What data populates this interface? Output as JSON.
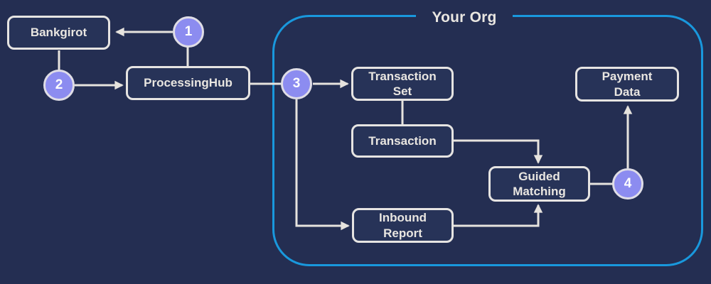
{
  "diagram": {
    "container_title": "Your Org",
    "nodes": {
      "bankgirot": {
        "label": "Bankgirot"
      },
      "processing_hub": {
        "label": "ProcessingHub"
      },
      "transaction_set": {
        "label": "Transaction\nSet"
      },
      "transaction": {
        "label": "Transaction"
      },
      "inbound_report": {
        "label": "Inbound\nReport"
      },
      "guided_matching": {
        "label": "Guided\nMatching"
      },
      "payment_data": {
        "label": "Payment\nData"
      }
    },
    "steps": {
      "step1": "1",
      "step2": "2",
      "step3": "3",
      "step4": "4"
    },
    "edges": [
      {
        "from": "step1",
        "to": "bankgirot",
        "arrow": true
      },
      {
        "from": "processing_hub",
        "to": "step1",
        "arrow": false
      },
      {
        "from": "bankgirot",
        "to": "step2",
        "arrow": false
      },
      {
        "from": "step2",
        "to": "processing_hub",
        "arrow": true
      },
      {
        "from": "processing_hub",
        "to": "step3",
        "arrow": false
      },
      {
        "from": "step3",
        "to": "transaction_set",
        "arrow": true
      },
      {
        "from": "transaction_set",
        "to": "transaction",
        "arrow": false
      },
      {
        "from": "transaction",
        "to": "guided_matching",
        "arrow": true
      },
      {
        "from": "step3",
        "to": "inbound_report",
        "arrow": true
      },
      {
        "from": "inbound_report",
        "to": "guided_matching",
        "arrow": true
      },
      {
        "from": "guided_matching",
        "to": "step4",
        "arrow": false
      },
      {
        "from": "step4",
        "to": "payment_data",
        "arrow": true
      }
    ]
  },
  "colors": {
    "bg": "#242e52",
    "node-fill": "#273358",
    "node-border": "#e6e4e2",
    "text": "#e9e6e1",
    "line": "#e6e3de",
    "circle-fill": "#8c8cf0",
    "circle-border": "#dfdde6",
    "circle-text": "#ffffff",
    "container-border": "#1998dd"
  }
}
